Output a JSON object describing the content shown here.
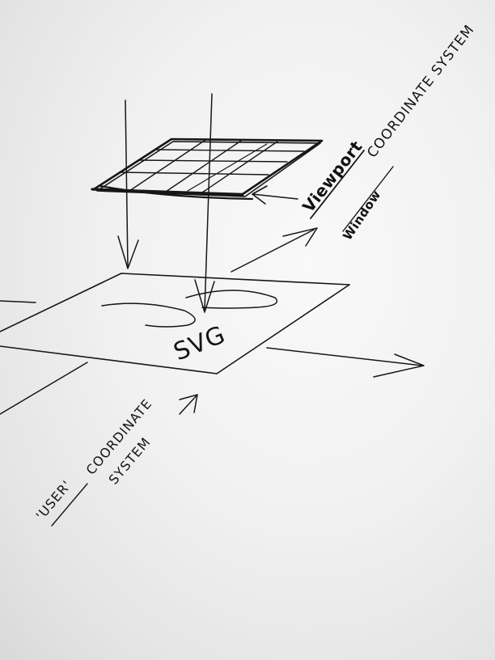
{
  "labels": {
    "viewport_word": "Viewport",
    "viewport_coordinate": "COORDINATE SYSTEM",
    "window": "Window",
    "svg": "SVG",
    "user_word": "'USER'",
    "user_coordinate": "COORDINATE",
    "user_system": "SYSTEM"
  },
  "colors": {
    "ink": "#161616",
    "paper": "#f4f4f4"
  }
}
